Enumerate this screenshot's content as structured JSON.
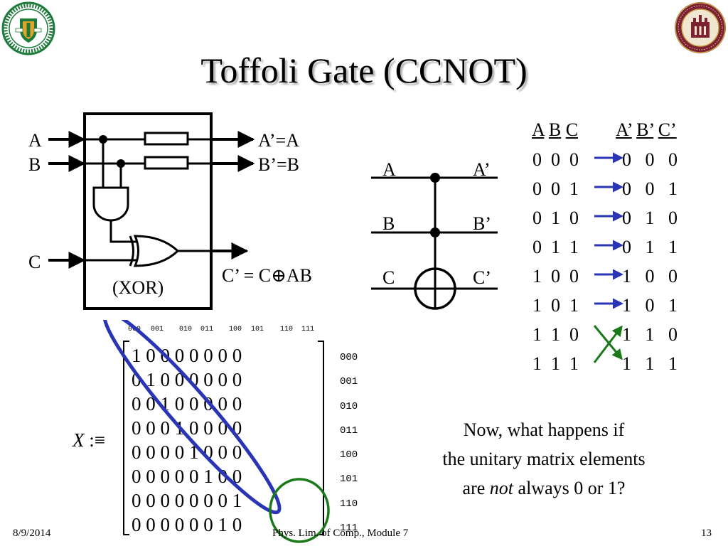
{
  "slide": {
    "title": "Toffoli Gate (CCNOT)",
    "footer_date": "8/9/2014",
    "footer_course": "Phys. Lim. of Comp., Module 7",
    "page_number": "13"
  },
  "logos": {
    "left": {
      "lettering": "FLORIDA AGRICULTURAL MECHANICAL UNIVERSITY FAMU",
      "colors": {
        "primary": "#1e7a3a",
        "accent": "#e2a42b"
      }
    },
    "right": {
      "lettering": "FLORIDA STATE UNIVERSITY 1851",
      "colors": {
        "primary": "#7d2230",
        "accent": "#c9a24b"
      }
    }
  },
  "gate_schematic": {
    "input_a": "A",
    "input_b": "B",
    "input_c": "C",
    "output_a": "A’=A",
    "output_b": "B’=B",
    "output_c": "C’ = C⊕AB",
    "xor_label": "(XOR)"
  },
  "circuit_symbol": {
    "left_labels": [
      "A",
      "B",
      "C"
    ],
    "right_labels": [
      "A’",
      "B’",
      "C’"
    ]
  },
  "truth_table": {
    "input_headers": [
      "A",
      "B",
      "C"
    ],
    "output_headers": [
      "A’",
      "B’",
      "C’"
    ],
    "rows": [
      {
        "in": "0  0  0",
        "out": "0   0   0"
      },
      {
        "in": "0  0  1",
        "out": "0   0   1"
      },
      {
        "in": "0  1  0",
        "out": "0   1   0"
      },
      {
        "in": "0  1  1",
        "out": "0   1   1"
      },
      {
        "in": "1  0  0",
        "out": "1   0   0"
      },
      {
        "in": "1  0  1",
        "out": "1   0   1"
      },
      {
        "in": "1  1  0",
        "out": "1   1   0"
      },
      {
        "in": "1  1  1",
        "out": "1   1   1"
      }
    ],
    "colors": {
      "identity_arrow": "#2a35b5",
      "swap_cross": "#1a7a1a"
    }
  },
  "matrix": {
    "symbol": "X",
    "definition": ":≡",
    "column_labels": [
      "000",
      "001",
      "010",
      "011",
      "100",
      "101",
      "110",
      "111"
    ],
    "row_labels": [
      "000",
      "001",
      "010",
      "011",
      "100",
      "101",
      "110",
      "111"
    ],
    "rows": [
      "1 0 0 0 0 0 0 0",
      "0 1 0 0 0 0 0 0",
      "0 0 1 0 0 0 0 0",
      "0 0 0 1 0 0 0 0",
      "0 0 0 0 1 0 0 0",
      "0 0 0 0 0 1 0 0",
      "0 0 0 0 0 0 0 1",
      "0 0 0 0 0 0 1 0"
    ],
    "colors": {
      "diagonal_highlight": "#2a35b5",
      "swap_highlight": "#1a7a1a"
    }
  },
  "question": {
    "line1": "Now, what happens if",
    "line2": "the unitary matrix elements",
    "line3_pre": "are",
    "line3_em": "not",
    "line3_post": "always 0 or 1?"
  }
}
